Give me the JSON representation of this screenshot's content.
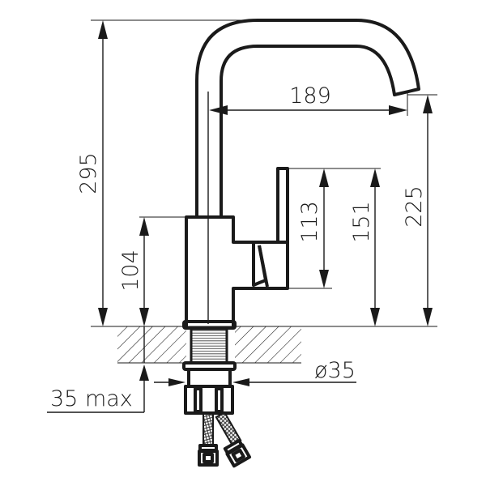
{
  "drawing": {
    "subject": "Kitchen faucet side-view dimension drawing",
    "units": "mm",
    "line_color": "#1a1a1a",
    "background": "#ffffff"
  },
  "dimensions": {
    "total_height": {
      "label": "295",
      "value": 295
    },
    "spout_reach": {
      "label": "189",
      "value": 189
    },
    "spout_outlet_height": {
      "label": "225",
      "value": 225
    },
    "handle_top_height": {
      "label": "151",
      "value": 151
    },
    "handle_length": {
      "label": "113",
      "value": 113
    },
    "body_height": {
      "label": "104",
      "value": 104
    },
    "base_diameter": {
      "label": "ø35",
      "value": 35
    },
    "max_counter_thickness": {
      "label": "35 max",
      "value": 35
    }
  }
}
